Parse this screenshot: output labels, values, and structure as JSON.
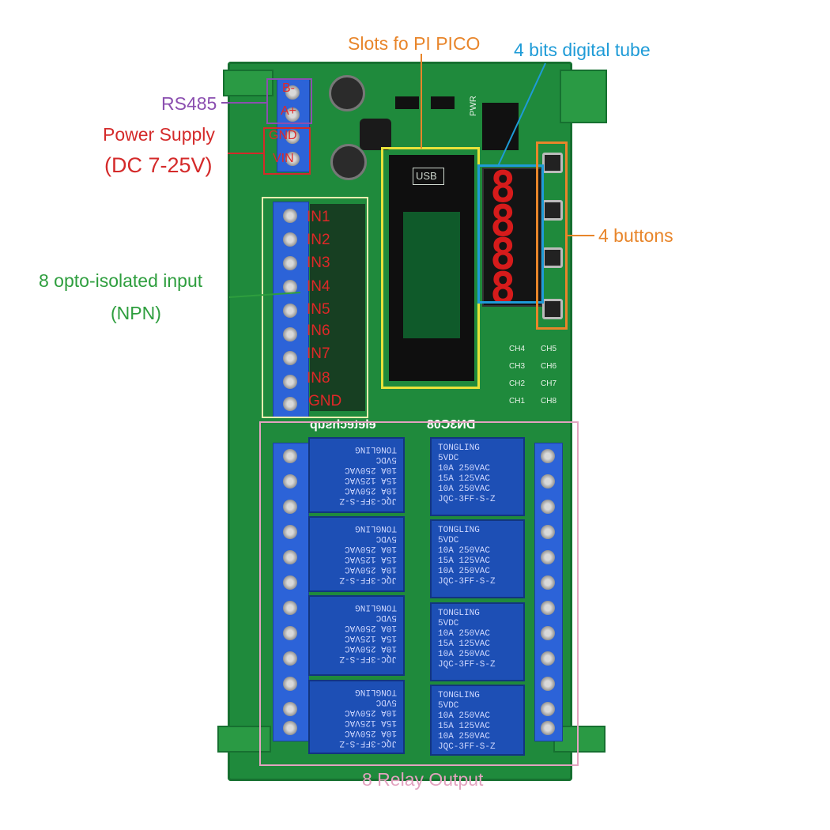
{
  "callouts": {
    "slots": "Slots fo PI PICO",
    "tube": "4 bits digital tube",
    "rs485": "RS485",
    "power_line1": "Power Supply",
    "power_line2": "(DC 7-25V)",
    "buttons": "4 buttons",
    "inputs_line1": "8 opto-isolated input",
    "inputs_line2": "(NPN)",
    "relays": "8 Relay Output"
  },
  "terminals": {
    "rs485": [
      "B-",
      "A+"
    ],
    "power": [
      "GND",
      "VIN"
    ],
    "inputs": [
      "IN1",
      "IN2",
      "IN3",
      "IN4",
      "IN5",
      "IN6",
      "IN7",
      "IN8",
      "GND"
    ]
  },
  "board": {
    "silk_title": "DN3C08",
    "silk_brand": "eletechsup",
    "usb": "USB",
    "pwr": "PWR",
    "display_digits": [
      "8",
      "8",
      "8",
      "8"
    ],
    "channel_leds": [
      "CH1",
      "CH2",
      "CH3",
      "CH4",
      "CH5",
      "CH6",
      "CH7",
      "CH8"
    ]
  },
  "relay_text": {
    "brand": "TONGLING",
    "coil": "5VDC",
    "r1": "10A 250VAC",
    "r2": "15A 125VAC",
    "r3": "10A 250VAC",
    "model": "JQC-3FF-S-Z"
  },
  "colors": {
    "slots": "#e8852a",
    "tube": "#1e9bd7",
    "rs485": "#8b4fb0",
    "power": "#d42a2a",
    "buttons": "#e8852a",
    "inputs": "#2e9e3e",
    "relays": "#e3a3c0",
    "input_box": "#f3eeb0",
    "pico_box": "#e8e23a"
  }
}
